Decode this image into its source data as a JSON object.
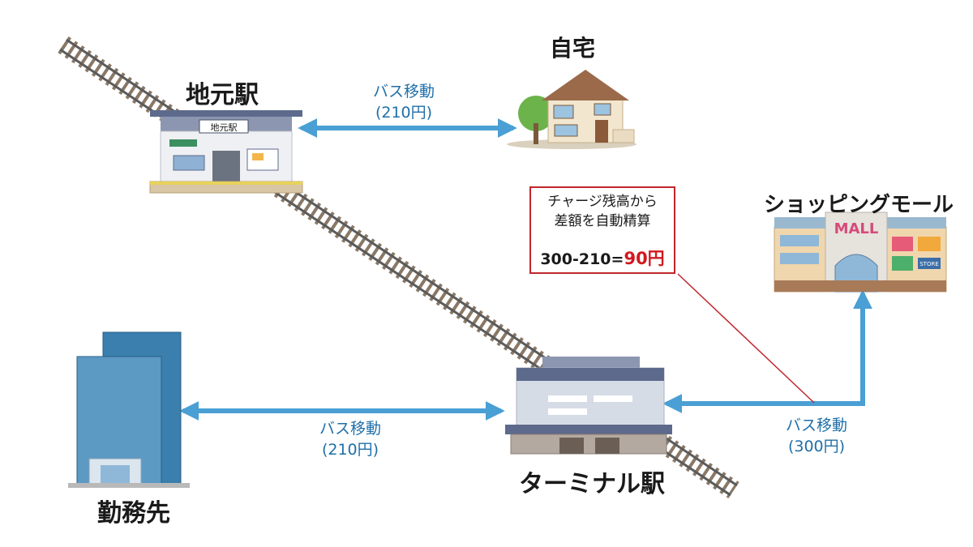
{
  "nodes": {
    "local_station": {
      "label": "地元駅",
      "sign": "地元駅"
    },
    "home": {
      "label": "自宅"
    },
    "shopping_mall": {
      "label": "ショッピングモール",
      "sign": "MALL",
      "store_sign": "STORE"
    },
    "office": {
      "label": "勤務先"
    },
    "terminal_station": {
      "label": "ターミナル駅"
    }
  },
  "edges": {
    "local_station_home": {
      "mode": "バス移動",
      "fare": "(210円)"
    },
    "office_terminal": {
      "mode": "バス移動",
      "fare": "(210円)"
    },
    "terminal_mall": {
      "mode": "バス移動",
      "fare": "(300円)"
    }
  },
  "callout": {
    "line1": "チャージ残高から",
    "line2": "差額を自動精算",
    "calc_prefix": "300-210=",
    "calc_result": "90円"
  },
  "colors": {
    "arrow": "#4a9fd4",
    "callout_border": "#c0262c",
    "result": "#d2191f",
    "edge_text": "#1f6fa8"
  }
}
